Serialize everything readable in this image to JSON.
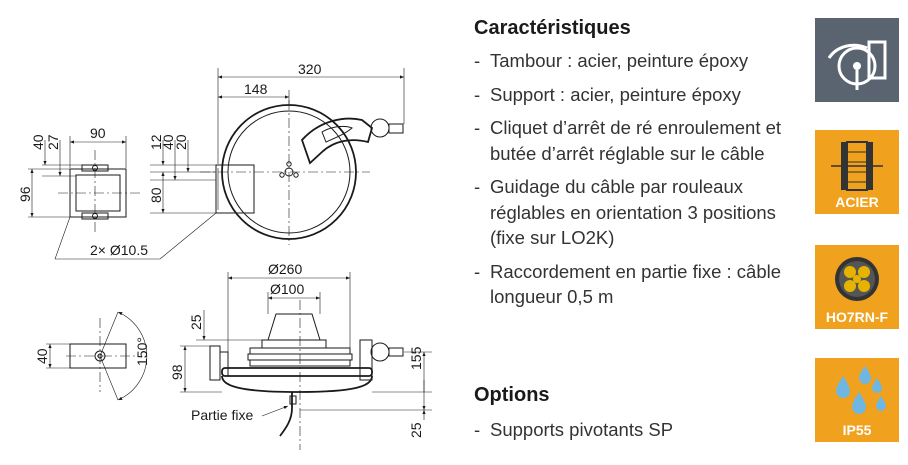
{
  "drawing": {
    "dims": {
      "d320": "320",
      "d148": "148",
      "d90": "90",
      "d40_top": "40",
      "d27": "27",
      "d96": "96",
      "d12": "12",
      "d40_mid": "40",
      "d20": "20",
      "d80": "80",
      "holes": "2× Ø10.5",
      "d260": "Ø260",
      "d100": "Ø100",
      "d25_top": "25",
      "d98": "98",
      "d155": "155",
      "d25_bottom": "25",
      "d40_pivot": "40",
      "angle": "150°"
    },
    "fixed_part_label": "Partie fixe"
  },
  "features": {
    "title": "Caractéristiques",
    "items": [
      "Tambour : acier, peinture époxy",
      "Support : acier, peinture époxy",
      "Cliquet d’arrêt de ré enroulement et butée d’arrêt réglable sur le câble",
      "Guidage du câble par rouleaux réglables en orientation 3 positions (fixe sur LO2K)",
      "Raccordement en partie fixe : câble longueur 0,5 m"
    ]
  },
  "options": {
    "title": "Options",
    "items": [
      "Supports pivotants SP"
    ]
  },
  "badges": [
    {
      "icon": "reel-icon",
      "label": "",
      "color": "#5a6470"
    },
    {
      "icon": "drum-icon",
      "label": "ACIER",
      "color": "#f0a21e"
    },
    {
      "icon": "cable-section-icon",
      "label": "HO7RN-F",
      "color": "#f0a21e"
    },
    {
      "icon": "water-drops-icon",
      "label": "IP55",
      "color": "#f0a21e"
    }
  ]
}
